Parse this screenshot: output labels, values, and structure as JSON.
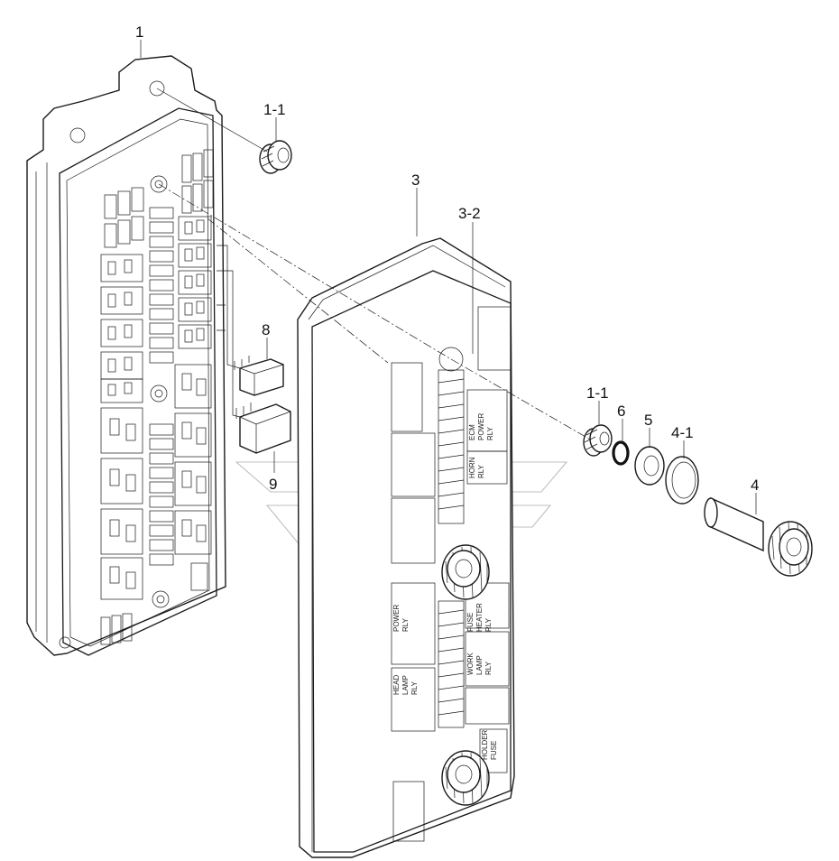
{
  "callouts": {
    "c1": "1",
    "c1_1a": "1-1",
    "c3": "3",
    "c3_2": "3-2",
    "c8": "8",
    "c9": "9",
    "c1_1b": "1-1",
    "c6": "6",
    "c5": "5",
    "c4_1": "4-1",
    "c4": "4"
  },
  "panel_labels": {
    "power_rly": [
      "POWER",
      "RLY"
    ],
    "head_lamp_rly": [
      "HEAD",
      "LAMP",
      "RLY"
    ],
    "fuse_heater_rly": [
      "FUSE",
      "HEATER",
      "RLY"
    ],
    "work_lamp_rly": [
      "WORK",
      "LAMP",
      "RLY"
    ],
    "horn_rly": [
      "HORN",
      "RLY"
    ],
    "ecm_power_rly": [
      "ECM",
      "POWER",
      "RLY"
    ],
    "holder_fuse": [
      "HOLDER",
      "FUSE"
    ]
  }
}
